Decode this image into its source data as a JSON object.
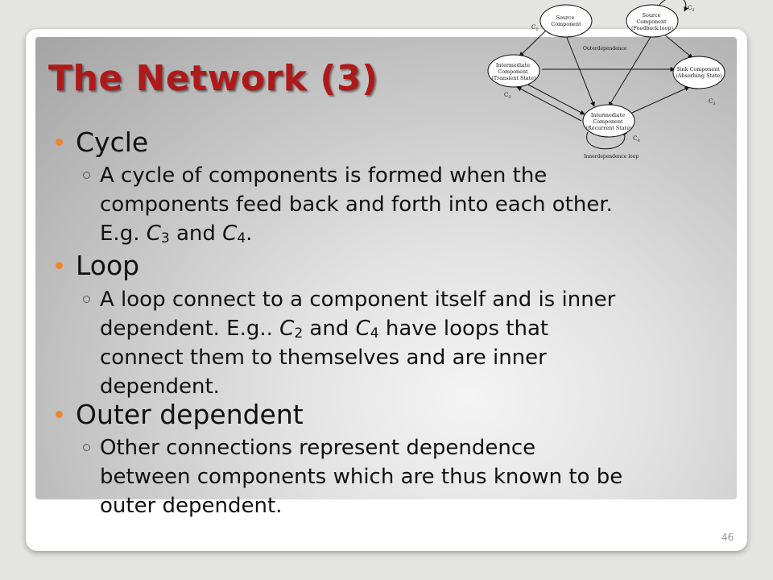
{
  "slide": {
    "title": "The Network (3)",
    "page_number": "46",
    "accent_color": "#b01919",
    "bullet_color": "#f0862c"
  },
  "diagram": {
    "nodes": {
      "source": [
        "Source",
        "Component"
      ],
      "feedback_source": [
        "Source",
        "Component",
        "(Feedback loop)"
      ],
      "intermediate_transient": [
        "Intermediate",
        "Component",
        "(Transient State)"
      ],
      "sink": [
        "Sink Component",
        "(Absorbing State)"
      ],
      "intermediate_recurrent": [
        "Intermediate",
        "Component",
        "(Recurrent State)"
      ]
    },
    "labels": {
      "c1": "C",
      "c1_sub": "1",
      "c2": "C",
      "c2_sub": "2",
      "c3_left": "C",
      "c3_left_sub": "3",
      "c3_right": "C",
      "c3_right_sub": "3",
      "c4": "C",
      "c4_sub": "4",
      "outer": "Outerdependence",
      "inner": "Innerdependence loop"
    }
  },
  "sections": [
    {
      "heading": "Cycle",
      "lines": [
        "A cycle of components is formed when the",
        "components feed back and forth into each other.",
        "E.g. "
      ],
      "math1": "C",
      "sub1": "3",
      "between": " and ",
      "math2": "C",
      "sub2": "4",
      "end": "."
    },
    {
      "heading": "Loop",
      "lines": [
        "A loop connect to a component itself and is inner",
        "dependent. E.g.. ",
        " have loops that",
        "connect them to themselves and are inner",
        "dependent."
      ],
      "math1": "C",
      "sub1": "2",
      "between": " and ",
      "math2": "C",
      "sub2": "4"
    },
    {
      "heading": "Outer dependent",
      "lines": [
        "Other connections represent dependence",
        "between components which are thus known to be",
        "outer dependent."
      ]
    }
  ]
}
